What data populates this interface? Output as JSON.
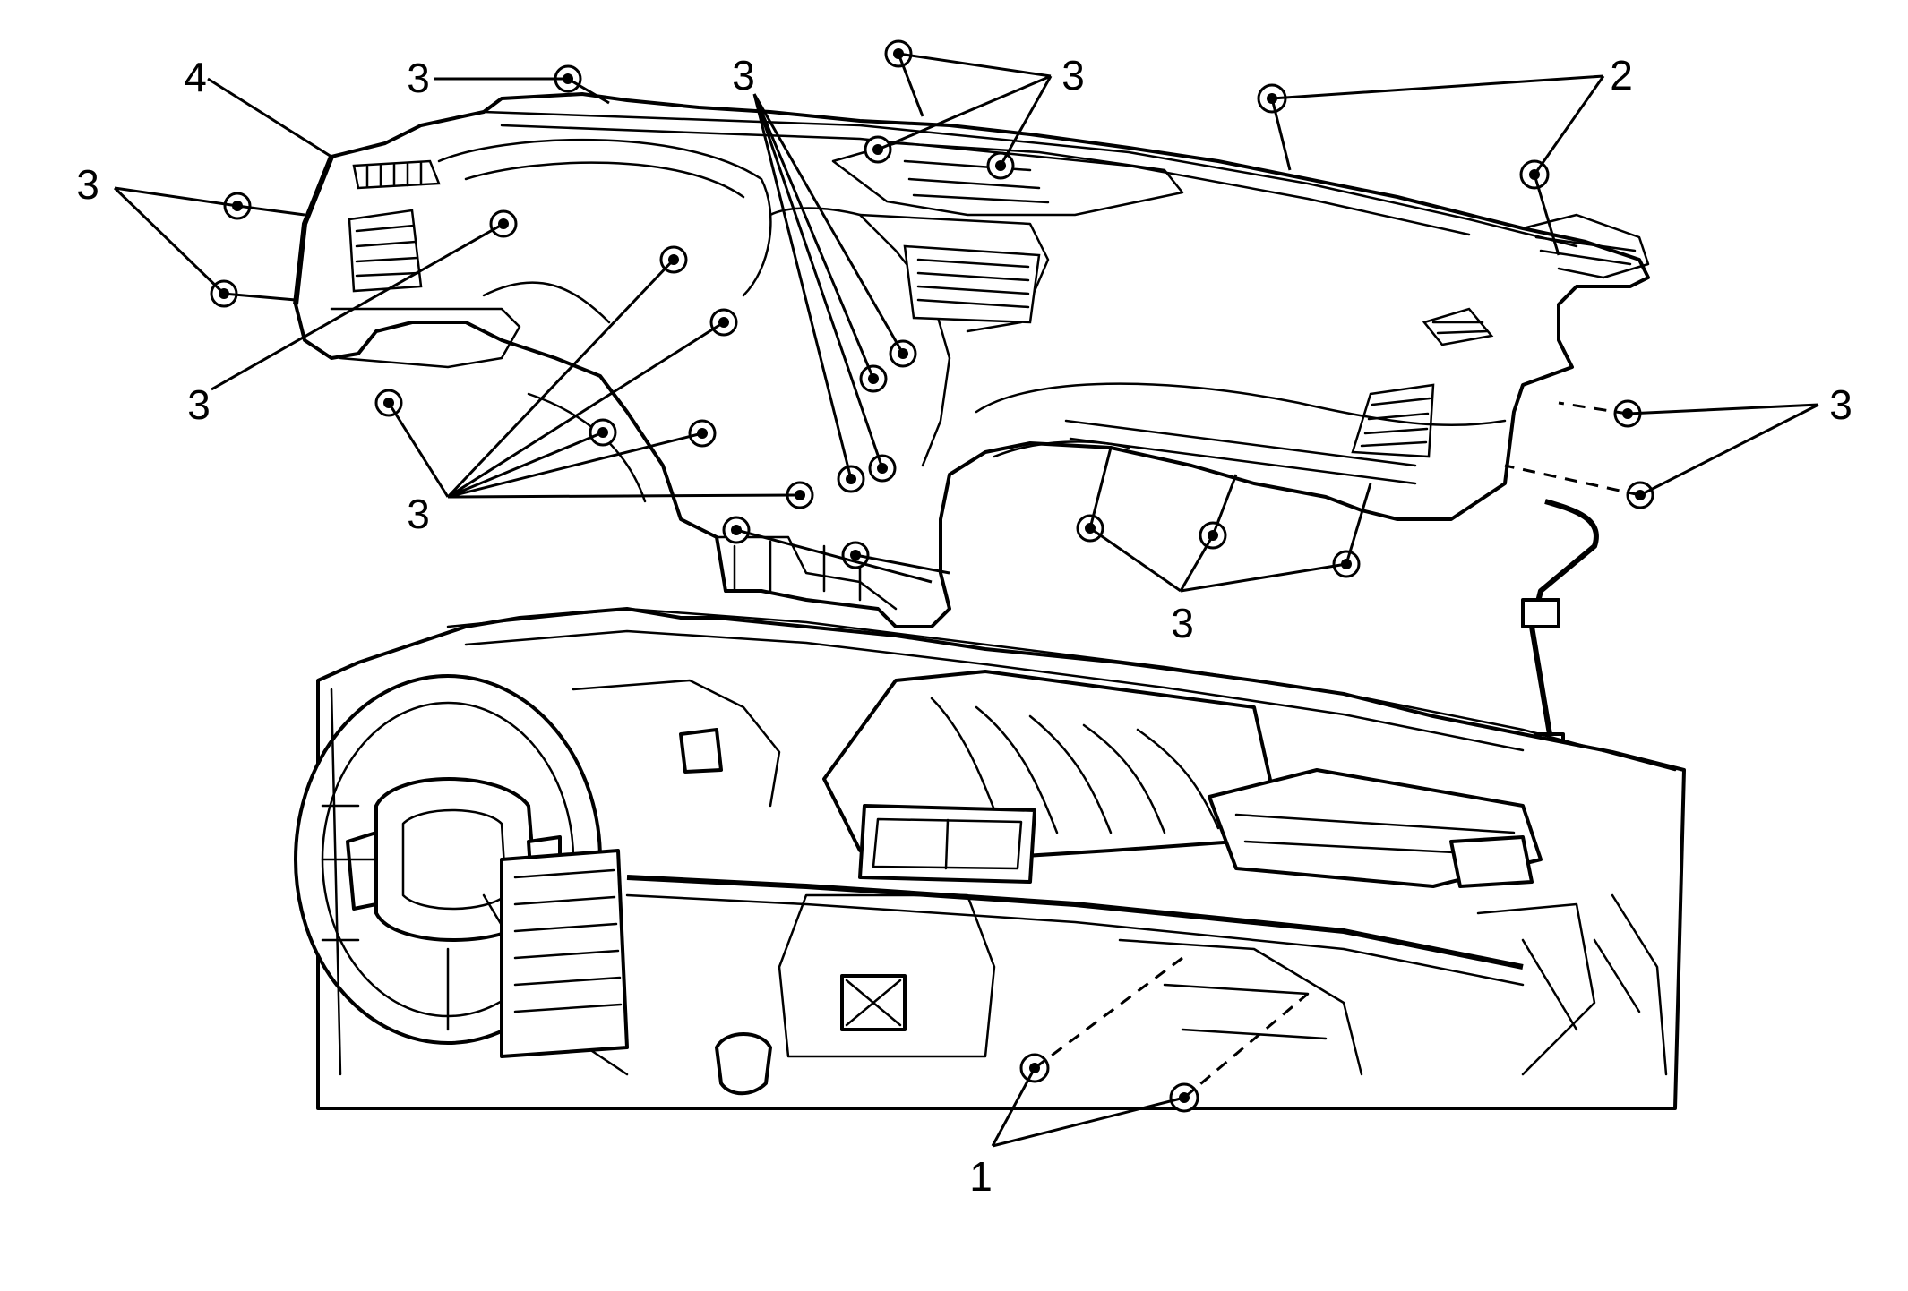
{
  "callouts": [
    {
      "id": "c1",
      "label": "1"
    },
    {
      "id": "c2",
      "label": "2"
    },
    {
      "id": "c3a",
      "label": "3"
    },
    {
      "id": "c3b",
      "label": "3"
    },
    {
      "id": "c3c",
      "label": "3"
    },
    {
      "id": "c3d",
      "label": "3"
    },
    {
      "id": "c3e",
      "label": "3"
    },
    {
      "id": "c3f",
      "label": "3"
    },
    {
      "id": "c3g",
      "label": "3"
    },
    {
      "id": "c3h",
      "label": "3"
    },
    {
      "id": "c4",
      "label": "4"
    }
  ],
  "colors": {
    "line": "#000000",
    "background": "#ffffff"
  },
  "icons": {
    "fastener": "bolt-icon"
  }
}
